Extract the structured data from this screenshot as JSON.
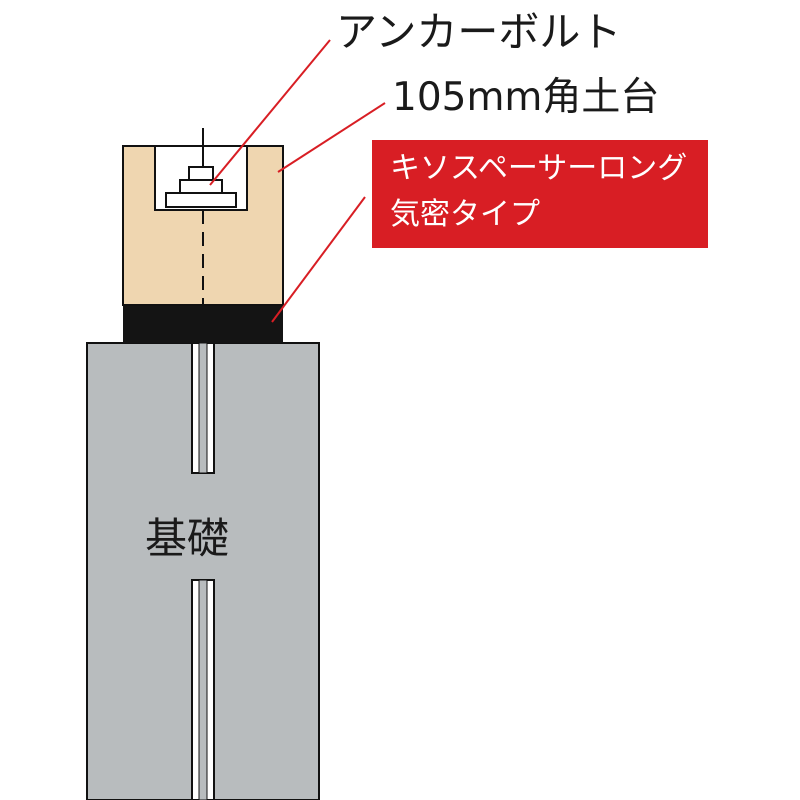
{
  "labels": {
    "anchor_bolt": "アンカーボルト",
    "sill": "105mm角土台",
    "callout_line_1": "キソスペーサーロング",
    "callout_line_2": "気密タイプ",
    "foundation": "基礎"
  },
  "colors": {
    "sill_wood": "#efd6b0",
    "spacer_black": "#141414",
    "foundation_gray": "#b8bcbe",
    "leader_red": "#d81e24",
    "callout_bg": "#d81e24",
    "outline": "#111111"
  }
}
